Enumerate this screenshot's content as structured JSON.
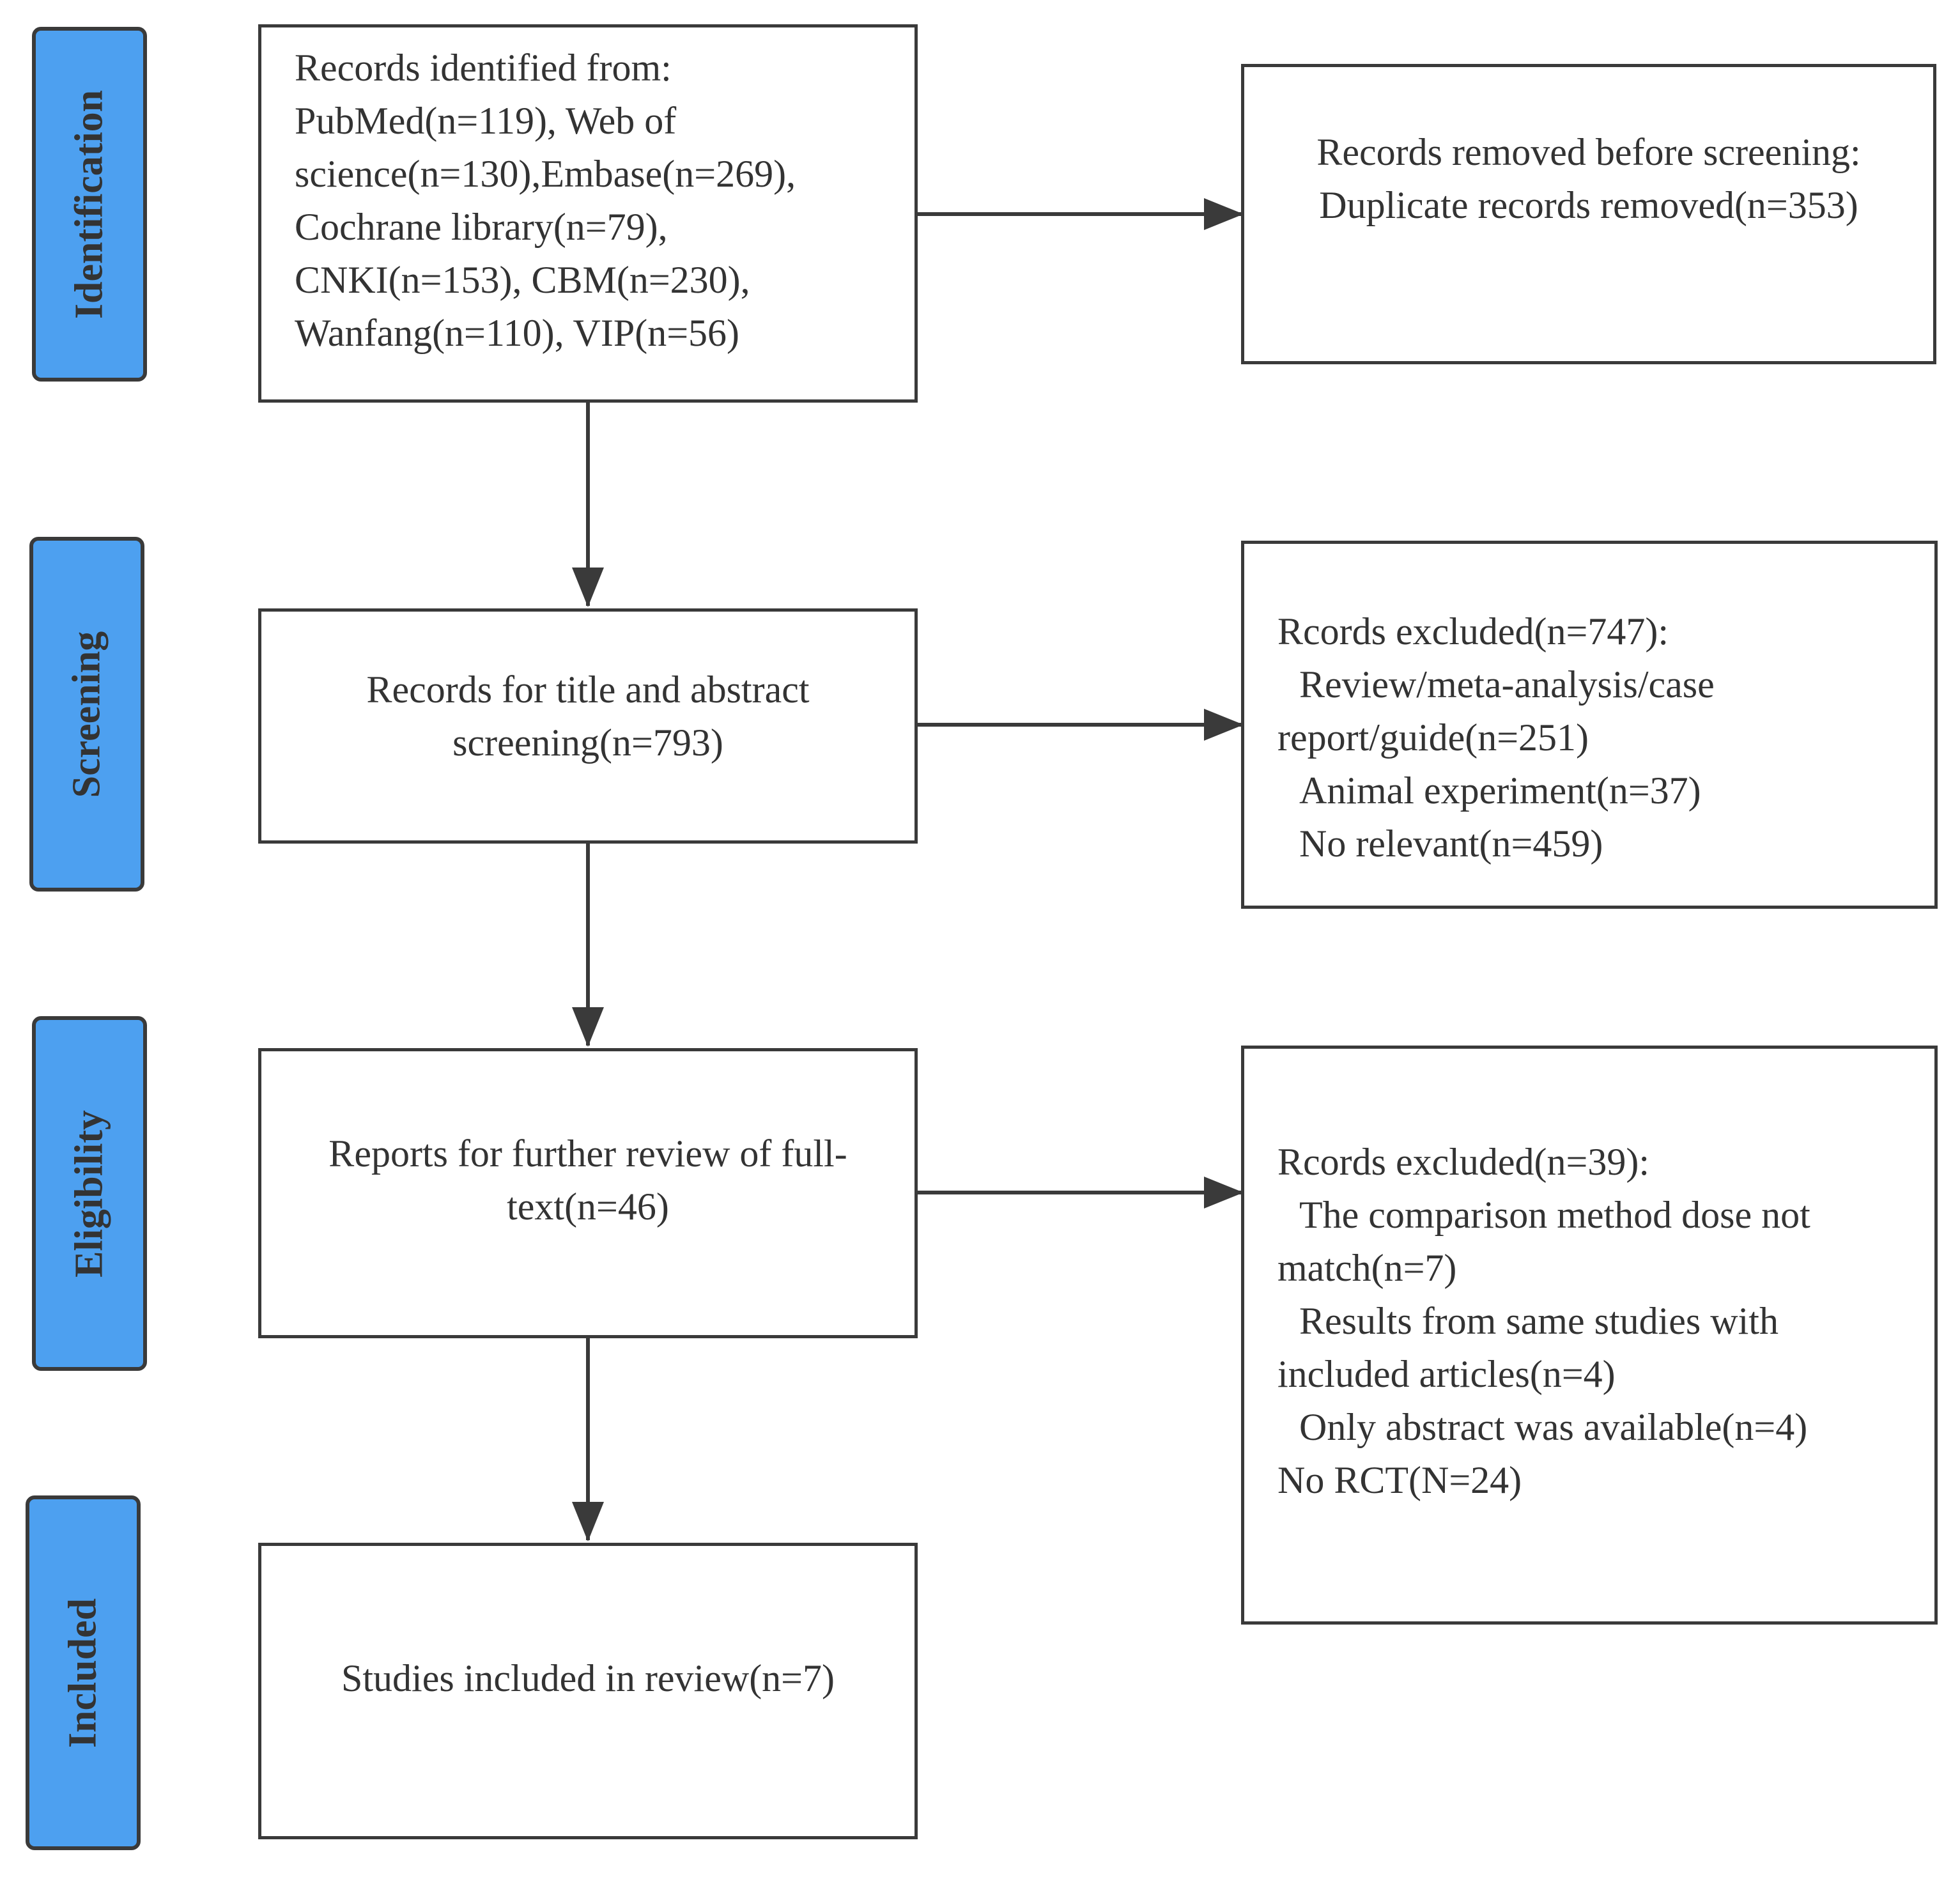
{
  "stages": {
    "identification": "Identification",
    "screening": "Screening",
    "eligibility": "Eligibility",
    "included": "Included"
  },
  "boxes": {
    "identified": {
      "lines": [
        "Records identified from:",
        "PubMed(n=119), Web of",
        "science(n=130),Embase(n=269),",
        "Cochrane library(n=79),",
        "CNKI(n=153), CBM(n=230),",
        "Wanfang(n=110), VIP(n=56)"
      ]
    },
    "removed": {
      "lines": [
        "Records removed before screening:",
        "Duplicate records removed(n=353)"
      ]
    },
    "screening": {
      "lines": [
        "Records for title and abstract",
        "screening(n=793)"
      ]
    },
    "excluded_screening": {
      "lines": [
        "Rcords excluded(n=747):",
        "Review/meta-analysis/case",
        "report/guide(n=251)",
        "Animal experiment(n=37)",
        "No relevant(n=459)"
      ]
    },
    "fulltext": {
      "lines": [
        "Reports for further review of full-",
        "text(n=46)"
      ]
    },
    "excluded_fulltext": {
      "lines": [
        "Rcords excluded(n=39):",
        "The comparison method dose not",
        "match(n=7)",
        "Results from same studies with",
        "included articles(n=4)",
        "Only abstract was available(n=4)",
        "No RCT(N=24)"
      ]
    },
    "included": {
      "lines": [
        "Studies included in review(n=7)"
      ]
    }
  },
  "colors": {
    "stage_fill": "#4da0f0",
    "border": "#3a3a3a",
    "text": "#333333"
  }
}
